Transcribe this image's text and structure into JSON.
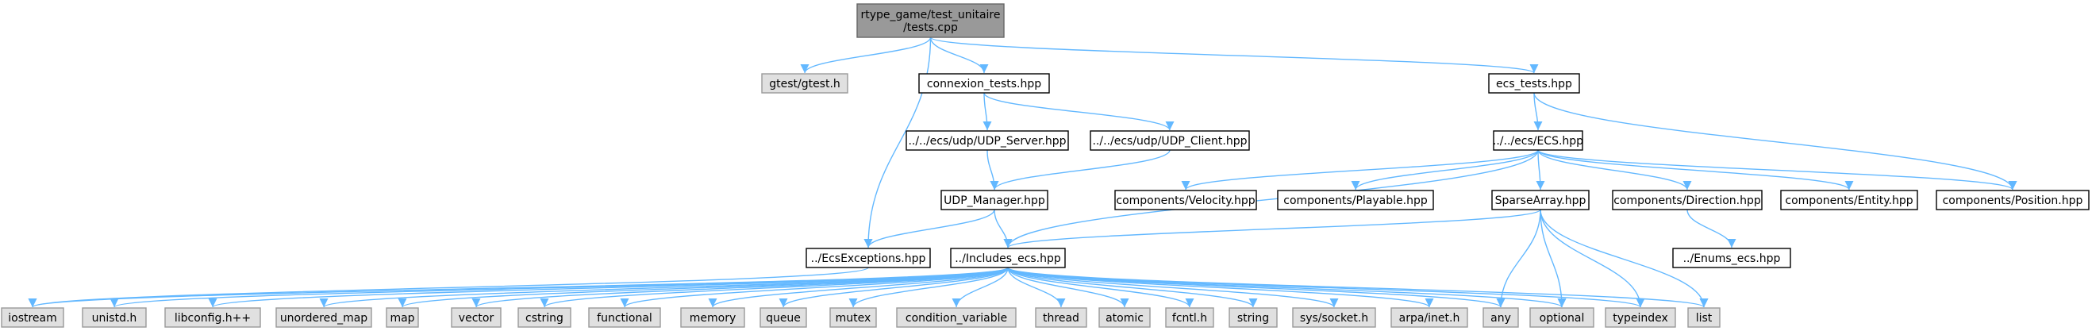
{
  "colors": {
    "edge": "#63b8ff",
    "root_fill": "#999999",
    "root_stroke": "#666666",
    "project_fill": "#ffffff",
    "project_stroke": "#000000",
    "system_fill": "#e0e0e0",
    "system_stroke": "#999999"
  },
  "graph": {
    "nodes": [
      {
        "id": "root",
        "kind": "root",
        "lines": [
          "rtype_game/test_unitaire",
          "/tests.cpp"
        ]
      },
      {
        "id": "gtest",
        "kind": "system",
        "lines": [
          "gtest/gtest.h"
        ]
      },
      {
        "id": "connexion",
        "kind": "project",
        "lines": [
          "connexion_tests.hpp"
        ]
      },
      {
        "id": "ecs_tests",
        "kind": "project",
        "lines": [
          "ecs_tests.hpp"
        ]
      },
      {
        "id": "udp_server",
        "kind": "project",
        "lines": [
          "../../ecs/udp/UDP_Server.hpp"
        ]
      },
      {
        "id": "udp_client",
        "kind": "project",
        "lines": [
          "../../ecs/udp/UDP_Client.hpp"
        ]
      },
      {
        "id": "ecs_hpp",
        "kind": "project",
        "lines": [
          "../../ecs/ECS.hpp"
        ]
      },
      {
        "id": "udp_manager",
        "kind": "project",
        "lines": [
          "UDP_Manager.hpp"
        ]
      },
      {
        "id": "velocity",
        "kind": "project",
        "lines": [
          "components/Velocity.hpp"
        ]
      },
      {
        "id": "playable",
        "kind": "project",
        "lines": [
          "components/Playable.hpp"
        ]
      },
      {
        "id": "sparse",
        "kind": "project",
        "lines": [
          "SparseArray.hpp"
        ]
      },
      {
        "id": "direction",
        "kind": "project",
        "lines": [
          "components/Direction.hpp"
        ]
      },
      {
        "id": "entity",
        "kind": "project",
        "lines": [
          "components/Entity.hpp"
        ]
      },
      {
        "id": "position",
        "kind": "project",
        "lines": [
          "components/Position.hpp"
        ]
      },
      {
        "id": "ecsexc",
        "kind": "project",
        "lines": [
          "../EcsExceptions.hpp"
        ]
      },
      {
        "id": "includes",
        "kind": "project",
        "lines": [
          "../Includes_ecs.hpp"
        ]
      },
      {
        "id": "enums",
        "kind": "project",
        "lines": [
          "../Enums_ecs.hpp"
        ]
      },
      {
        "id": "iostream",
        "kind": "system",
        "lines": [
          "iostream"
        ]
      },
      {
        "id": "unistd",
        "kind": "system",
        "lines": [
          "unistd.h"
        ]
      },
      {
        "id": "libconfig",
        "kind": "system",
        "lines": [
          "libconfig.h++"
        ]
      },
      {
        "id": "unordered_map",
        "kind": "system",
        "lines": [
          "unordered_map"
        ]
      },
      {
        "id": "map",
        "kind": "system",
        "lines": [
          "map"
        ]
      },
      {
        "id": "vector",
        "kind": "system",
        "lines": [
          "vector"
        ]
      },
      {
        "id": "cstring",
        "kind": "system",
        "lines": [
          "cstring"
        ]
      },
      {
        "id": "functional",
        "kind": "system",
        "lines": [
          "functional"
        ]
      },
      {
        "id": "memory",
        "kind": "system",
        "lines": [
          "memory"
        ]
      },
      {
        "id": "queue",
        "kind": "system",
        "lines": [
          "queue"
        ]
      },
      {
        "id": "mutex",
        "kind": "system",
        "lines": [
          "mutex"
        ]
      },
      {
        "id": "condvar",
        "kind": "system",
        "lines": [
          "condition_variable"
        ]
      },
      {
        "id": "thread",
        "kind": "system",
        "lines": [
          "thread"
        ]
      },
      {
        "id": "atomic",
        "kind": "system",
        "lines": [
          "atomic"
        ]
      },
      {
        "id": "fcntl",
        "kind": "system",
        "lines": [
          "fcntl.h"
        ]
      },
      {
        "id": "string",
        "kind": "system",
        "lines": [
          "string"
        ]
      },
      {
        "id": "socket",
        "kind": "system",
        "lines": [
          "sys/socket.h"
        ]
      },
      {
        "id": "inet",
        "kind": "system",
        "lines": [
          "arpa/inet.h"
        ]
      },
      {
        "id": "any",
        "kind": "system",
        "lines": [
          "any"
        ]
      },
      {
        "id": "optional",
        "kind": "system",
        "lines": [
          "optional"
        ]
      },
      {
        "id": "typeindex",
        "kind": "system",
        "lines": [
          "typeindex"
        ]
      },
      {
        "id": "list",
        "kind": "system",
        "lines": [
          "list"
        ]
      }
    ],
    "edges": [
      [
        "root",
        "gtest"
      ],
      [
        "root",
        "connexion"
      ],
      [
        "root",
        "ecs_tests"
      ],
      [
        "root",
        "ecsexc"
      ],
      [
        "connexion",
        "udp_server"
      ],
      [
        "connexion",
        "udp_client"
      ],
      [
        "udp_server",
        "udp_manager"
      ],
      [
        "udp_client",
        "udp_manager"
      ],
      [
        "udp_manager",
        "ecsexc"
      ],
      [
        "udp_manager",
        "includes"
      ],
      [
        "ecs_tests",
        "ecs_hpp"
      ],
      [
        "ecs_tests",
        "position"
      ],
      [
        "ecs_hpp",
        "velocity"
      ],
      [
        "ecs_hpp",
        "playable"
      ],
      [
        "ecs_hpp",
        "sparse"
      ],
      [
        "ecs_hpp",
        "direction"
      ],
      [
        "ecs_hpp",
        "entity"
      ],
      [
        "ecs_hpp",
        "position"
      ],
      [
        "ecs_hpp",
        "includes"
      ],
      [
        "direction",
        "enums"
      ],
      [
        "sparse",
        "includes"
      ],
      [
        "sparse",
        "any"
      ],
      [
        "sparse",
        "optional"
      ],
      [
        "sparse",
        "typeindex"
      ],
      [
        "sparse",
        "list"
      ],
      [
        "ecsexc",
        "iostream"
      ],
      [
        "includes",
        "iostream"
      ],
      [
        "includes",
        "unistd"
      ],
      [
        "includes",
        "libconfig"
      ],
      [
        "includes",
        "unordered_map"
      ],
      [
        "includes",
        "map"
      ],
      [
        "includes",
        "vector"
      ],
      [
        "includes",
        "cstring"
      ],
      [
        "includes",
        "functional"
      ],
      [
        "includes",
        "memory"
      ],
      [
        "includes",
        "queue"
      ],
      [
        "includes",
        "mutex"
      ],
      [
        "includes",
        "condvar"
      ],
      [
        "includes",
        "thread"
      ],
      [
        "includes",
        "atomic"
      ],
      [
        "includes",
        "fcntl"
      ],
      [
        "includes",
        "string"
      ],
      [
        "includes",
        "socket"
      ],
      [
        "includes",
        "inet"
      ],
      [
        "includes",
        "any"
      ],
      [
        "includes",
        "optional"
      ],
      [
        "includes",
        "typeindex"
      ],
      [
        "includes",
        "list"
      ]
    ]
  }
}
